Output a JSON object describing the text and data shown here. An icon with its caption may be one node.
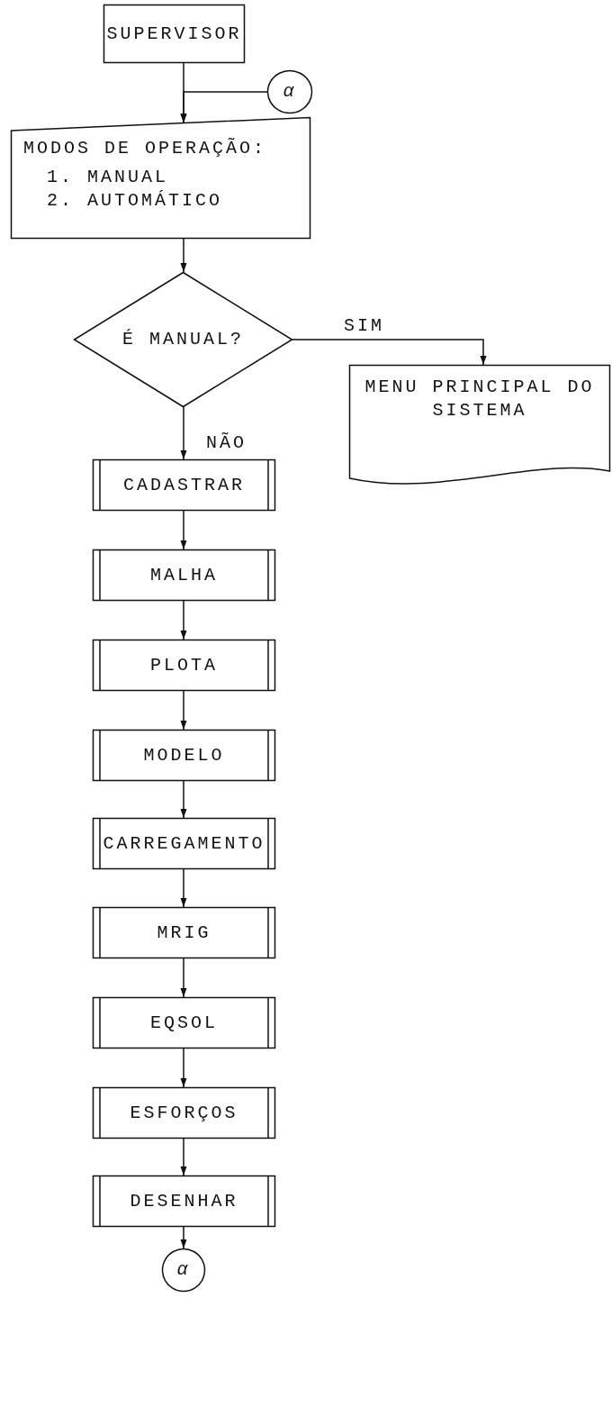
{
  "diagram": {
    "nodes": [
      {
        "text": [
          "SUPERVISOR"
        ]
      },
      {
        "text": [
          "α"
        ]
      },
      {
        "text": [
          "MODOS DE OPERAÇÃO:",
          "1. MANUAL",
          "2. AUTOMÁTICO"
        ]
      },
      {
        "text": [
          "É MANUAL?"
        ]
      },
      {
        "text": [
          "MENU PRINCIPAL DO SISTEMA"
        ]
      },
      {
        "text": [
          "CADASTRAR"
        ]
      },
      {
        "text": [
          "MALHA"
        ]
      },
      {
        "text": [
          "PLOTA"
        ]
      },
      {
        "text": [
          "MODELO"
        ]
      },
      {
        "text": [
          "CARREGAMENTO"
        ]
      },
      {
        "text": [
          "MRIG"
        ]
      },
      {
        "text": [
          "EQSOL"
        ]
      },
      {
        "text": [
          "ESFORÇOS"
        ]
      },
      {
        "text": [
          "DESENHAR"
        ]
      },
      {
        "text": [
          "α"
        ]
      }
    ],
    "edges": [
      {
        "from": 0,
        "to": 2,
        "arrow": "to"
      },
      {
        "from": 1,
        "to": 2,
        "arrow": "to"
      },
      {
        "from": 2,
        "to": 3,
        "arrow": "to"
      },
      {
        "from": 3,
        "to": 4,
        "arrow": "to",
        "label": "SIM"
      },
      {
        "from": 3,
        "to": 5,
        "arrow": "to",
        "label": "NÃO"
      },
      {
        "from": 5,
        "to": 6,
        "arrow": "to"
      },
      {
        "from": 6,
        "to": 7,
        "arrow": "to"
      },
      {
        "from": 7,
        "to": 8,
        "arrow": "to"
      },
      {
        "from": 8,
        "to": 9,
        "arrow": "to"
      },
      {
        "from": 9,
        "to": 10,
        "arrow": "to"
      },
      {
        "from": 10,
        "to": 11,
        "arrow": "to"
      },
      {
        "from": 11,
        "to": 12,
        "arrow": "to"
      },
      {
        "from": 12,
        "to": 13,
        "arrow": "to"
      },
      {
        "from": 13,
        "to": 14,
        "arrow": "to"
      }
    ]
  }
}
